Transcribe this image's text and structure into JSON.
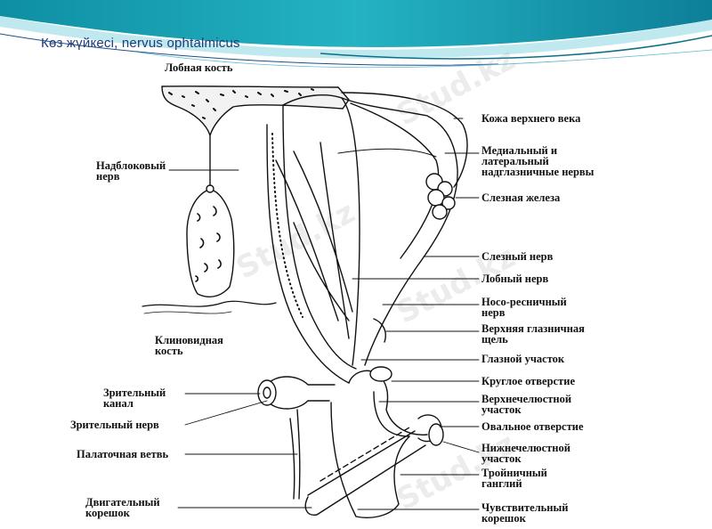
{
  "slide": {
    "title": "Көз жүйкесі, nervus ophtalmicus"
  },
  "colors": {
    "header_teal": "#1aa7b5",
    "header_light": "#bfe9ee",
    "title": "#1f3b7a",
    "ink": "#111111"
  },
  "watermark": {
    "text": "Stud.kz"
  },
  "diagram": {
    "labels": {
      "frontal_bone": "Лобная кость",
      "supratrochlear_nerve": "Надблоковый\nнерв",
      "sphenoid_bone": "Клиновидная\nкость",
      "optic_canal": "Зрительный\nканал",
      "optic_nerve": "Зрительный нерв",
      "palatine_branch": "Палаточная ветвь",
      "motor_root": "Двигательный\nкорешок",
      "upper_eyelid_skin": "Кожа верхнего века",
      "supraorbital_nerves": "Медиальный и\nлатеральный\nнадглазничные нервы",
      "lacrimal_gland": "Слезная железа",
      "lacrimal_nerve": "Слезный нерв",
      "frontal_nerve": "Лобный нерв",
      "nasociliary_nerve": "Носо-ресничный\nнерв",
      "superior_orbital_fissure": "Верхняя глазничная\nщель",
      "ophthalmic_division": "Глазной участок",
      "foramen_rotundum": "Круглое отверстие",
      "maxillary_division": "Верхнечелюстной\nучасток",
      "foramen_ovale": "Овальное отверстие",
      "mandibular_division": "Нижнечелюстной\nучасток",
      "trigeminal_ganglion": "Тройничный\nганглий",
      "sensory_root": "Чувствительный\nкорешок"
    }
  }
}
